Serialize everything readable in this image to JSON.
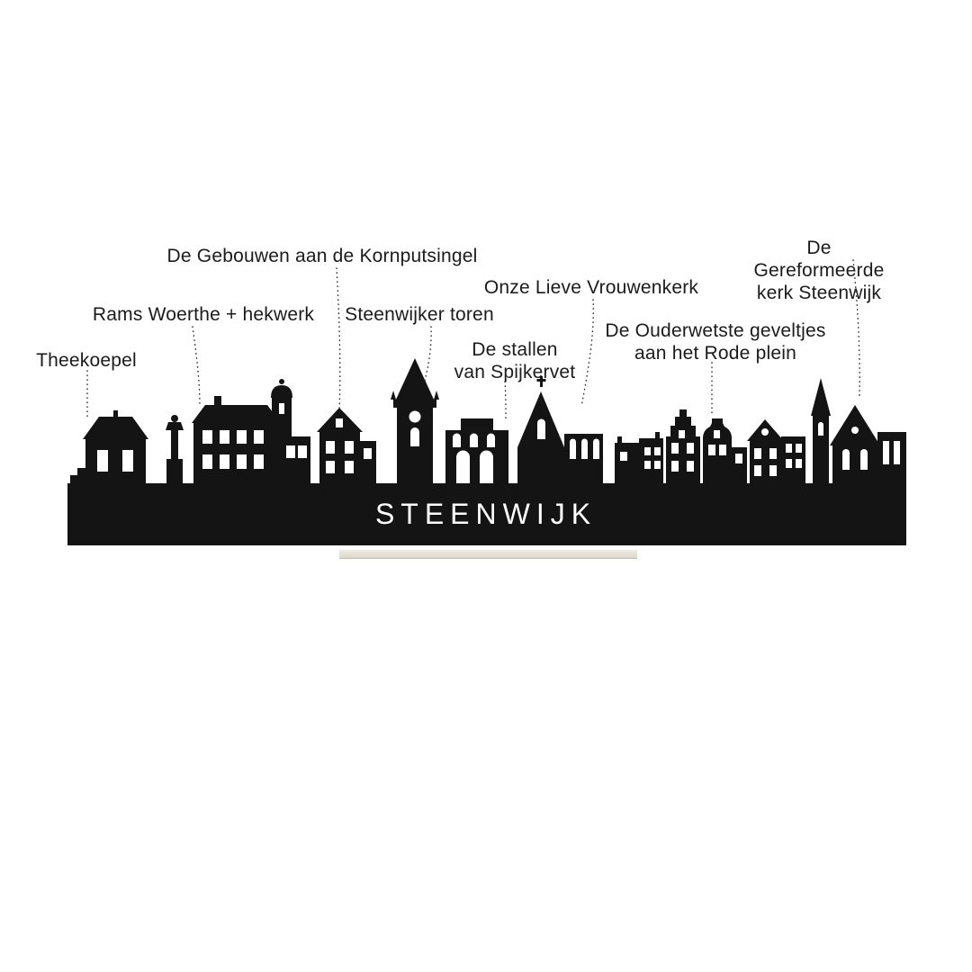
{
  "product": {
    "title_cutout": "STEENWIJK"
  },
  "labels": [
    {
      "id": "theekoepel",
      "text": "Theekoepel"
    },
    {
      "id": "rams-woerthe",
      "text": "Rams Woerthe + hekwerk"
    },
    {
      "id": "kornputsingel",
      "text": "De Gebouwen aan de Kornputsingel"
    },
    {
      "id": "steenwijker-toren",
      "text": "Steenwijker toren"
    },
    {
      "id": "stallen-spijkervet",
      "text": "De stallen\nvan Spijkervet"
    },
    {
      "id": "onze-lieve-vrouwenkerk",
      "text": "Onze Lieve Vrouwenkerk"
    },
    {
      "id": "rode-plein",
      "text": "De Ouderwetste geveltjes\naan het Rode plein"
    },
    {
      "id": "gereformeerde-kerk",
      "text": "De Gereformeerde kerk Steenwijk"
    }
  ],
  "colors": {
    "background": "#ffffff",
    "silhouette": "#141414",
    "label_text": "#1b1b1b",
    "leader_line": "#2e2e2e",
    "cutout_text": "#ffffff",
    "stand": "#e5e0d6"
  }
}
